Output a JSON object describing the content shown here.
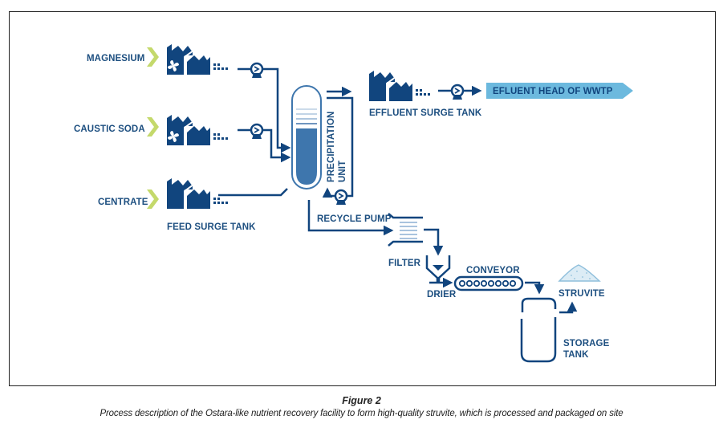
{
  "colors": {
    "dark_blue": "#11457e",
    "mid_blue": "#3e76ad",
    "light_blue": "#6cb9de",
    "lime_chevron": "#c4d96b",
    "frame": "#222222"
  },
  "inputs": [
    {
      "label": "MAGNESIUM",
      "has_fan": true,
      "has_pump": true
    },
    {
      "label": "CAUSTIC SODA",
      "has_fan": true,
      "has_pump": true
    },
    {
      "label": "CENTRATE",
      "has_fan": false,
      "has_pump": false
    }
  ],
  "labels": {
    "feed_surge_tank": "FEED SURGE TANK",
    "precipitation_unit_line1": "PRECIPITATION",
    "precipitation_unit_line2": "UNIT",
    "effluent_surge_tank": "EFFLUENT SURGE TANK",
    "effluent_head": "EFLUENT HEAD OF WWTP",
    "recycle_pump": "RECYCLE PUMP",
    "filter": "FILTER",
    "drier": "DRIER",
    "conveyor": "CONVEYOR",
    "struvite": "STRUVITE",
    "storage_tank_line1": "STORAGE",
    "storage_tank_line2": "TANK"
  },
  "caption": {
    "title": "Figure 2",
    "text": "Process description of the Ostara-like nutrient recovery facility to form high-quality struvite, which is processed and packaged on site"
  }
}
